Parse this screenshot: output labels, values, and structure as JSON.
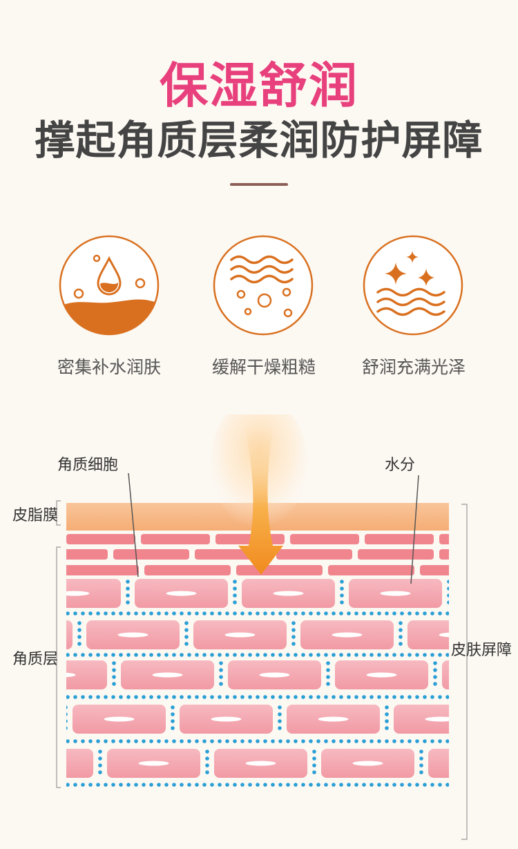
{
  "header": {
    "title": "保湿舒润",
    "subtitle": "撑起角质层柔润防护屏障"
  },
  "features": [
    {
      "label": "密集补水润肤",
      "icon": "water-drop-icon"
    },
    {
      "label": "缓解干燥粗糙",
      "icon": "waves-bubbles-icon"
    },
    {
      "label": "舒润充满光泽",
      "icon": "sparkle-waves-icon"
    }
  ],
  "diagram": {
    "label_cells": "角质细胞",
    "label_water": "水分",
    "label_sebum": "皮脂膜",
    "label_stratum": "角质层",
    "label_barrier": "皮肤屏障"
  },
  "colors": {
    "title_pink": "#e8407c",
    "icon_orange": "#d9701f",
    "sebum_orange": "#f7b98b",
    "cell_pink": "#f4a5ad",
    "water_blue": "#2a9fd6"
  }
}
